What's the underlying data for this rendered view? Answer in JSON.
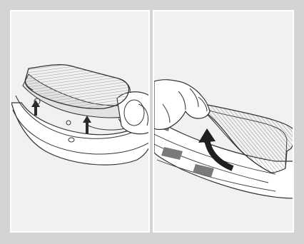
{
  "figure": {
    "panels": [
      {
        "id": "remove-filter",
        "icon": "filter-lift-arrows"
      },
      {
        "id": "peel-mop-pad",
        "icon": "peel-arrow"
      }
    ],
    "colors": {
      "frame": "#d4d4d4",
      "panel_bg": "#f1f1f1",
      "line": "#333333",
      "hatch": "#9a9a9a",
      "shadow": "#7a7a7a",
      "arrow": "#2a2a2a"
    }
  }
}
